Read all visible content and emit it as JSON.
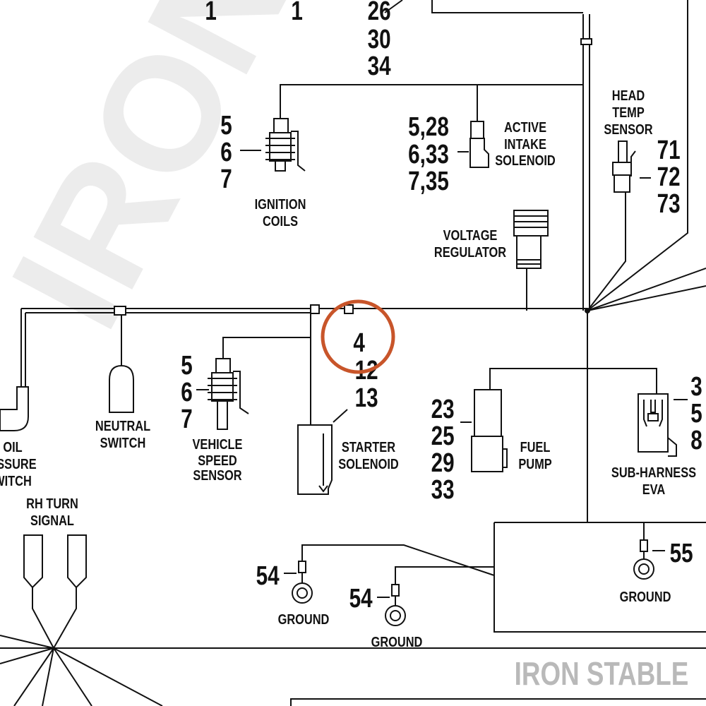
{
  "watermark": "IRON STABLE",
  "brand": "IRON STABLE",
  "highlight_color": "#c8552a",
  "components": {
    "ignition_coils": {
      "label_1": "IGNITION",
      "label_2": "COILS",
      "refs": [
        "5",
        "6",
        "7"
      ]
    },
    "active_intake_solenoid": {
      "label_1": "ACTIVE",
      "label_2": "INTAKE",
      "label_3": "SOLENOID",
      "refs": [
        "5,28",
        "6,33",
        "7,35"
      ]
    },
    "head_temp_sensor": {
      "label_1": "HEAD",
      "label_2": "TEMP",
      "label_3": "SENSOR",
      "refs": [
        "71",
        "72",
        "73"
      ]
    },
    "voltage_regulator": {
      "label_1": "VOLTAGE",
      "label_2": "REGULATOR"
    },
    "oil_pressure_switch": {
      "label_1": "OIL",
      "label_2": "ESSURE",
      "label_3": "WITCH"
    },
    "neutral_switch": {
      "label_1": "NEUTRAL",
      "label_2": "SWITCH"
    },
    "vehicle_speed_sensor": {
      "label_1": "VEHICLE",
      "label_2": "SPEED",
      "label_3": "SENSOR",
      "refs": [
        "5",
        "6",
        "7"
      ]
    },
    "starter_solenoid": {
      "label_1": "STARTER",
      "label_2": "SOLENOID",
      "refs": [
        "4",
        "12",
        "13"
      ]
    },
    "fuel_pump": {
      "label_1": "FUEL",
      "label_2": "PUMP",
      "refs": [
        "23",
        "25",
        "29",
        "33"
      ]
    },
    "sub_harness_eva": {
      "label_1": "SUB-HARNESS",
      "label_2": "EVA",
      "refs": [
        "3",
        "5",
        "8"
      ]
    },
    "rh_turn_signal": {
      "label_1": "RH TURN",
      "label_2": "SIGNAL"
    },
    "ground_left": {
      "label": "GROUND",
      "ref": "54"
    },
    "ground_mid": {
      "label": "GROUND",
      "ref": "54"
    },
    "ground_right": {
      "label": "GROUND",
      "ref": "55"
    }
  },
  "top_refs": {
    "left": "1",
    "mid": "1",
    "stack": [
      "26",
      "30",
      "34"
    ]
  }
}
